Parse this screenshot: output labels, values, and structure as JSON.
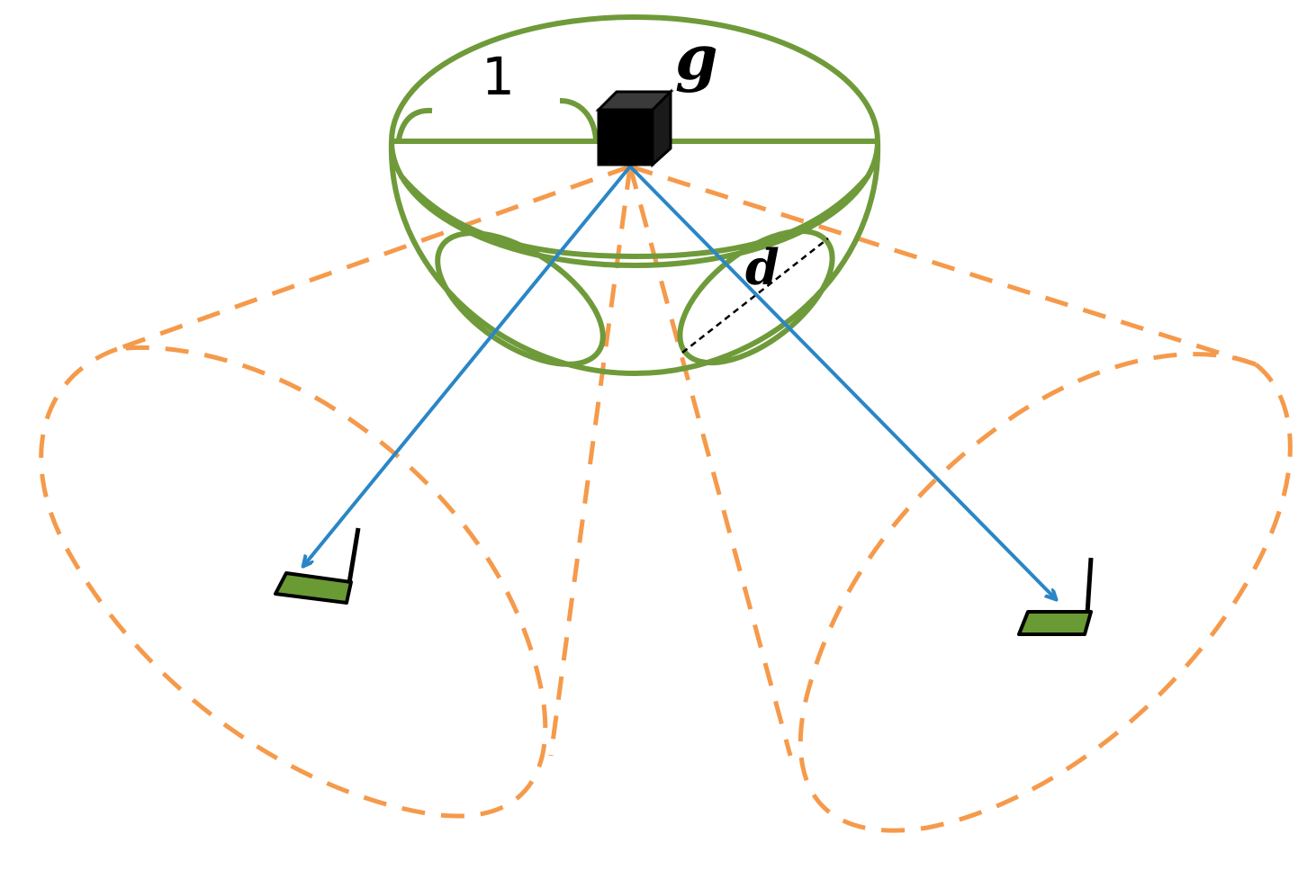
{
  "labels": {
    "radius": "1",
    "gateway": "g",
    "diameter": "d"
  },
  "colors": {
    "dome": "#6f9a3a",
    "beam": "#f59a4b",
    "link": "#2a86c6",
    "device_fill": "#6a9a34",
    "node": "#000000"
  },
  "icons": {
    "gateway": "black-cube-icon",
    "device": "wireless-device-icon"
  }
}
